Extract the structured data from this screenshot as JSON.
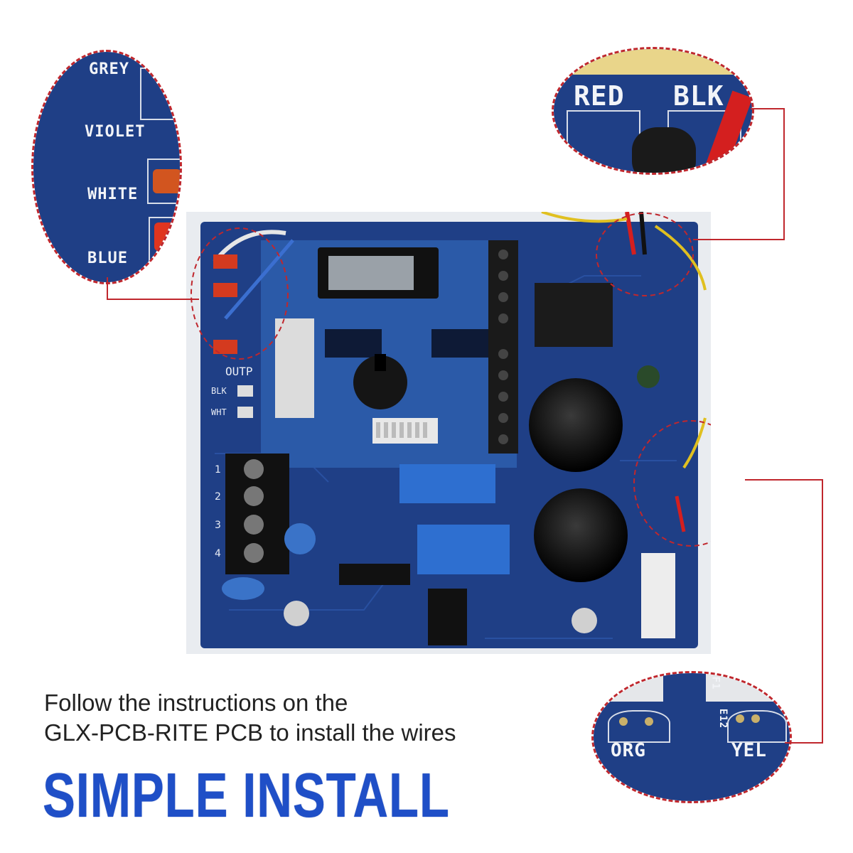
{
  "board": {
    "silk": {
      "outp": "OUTP",
      "blk": "BLK",
      "wht": "WHT",
      "terminals": [
        "1",
        "2",
        "3",
        "4"
      ]
    }
  },
  "zoom_left": {
    "labels": [
      "GREY",
      "VIOLET",
      "WHITE",
      "BLUE"
    ]
  },
  "zoom_top_right": {
    "labels": [
      "RED",
      "BLK"
    ]
  },
  "zoom_bottom_right": {
    "labels": [
      "ORG",
      "YEL",
      "F1",
      "E12"
    ]
  },
  "caption": {
    "line1": "Follow the instructions on the",
    "line2": "GLX-PCB-RITE PCB to install the wires"
  },
  "headline": "SIMPLE INSTALL",
  "colors": {
    "pcb_blue": "#1f3f86",
    "pcb_dark": "#132b63",
    "callout_red": "#c0272d",
    "headline_blue": "#1f4fc7"
  }
}
